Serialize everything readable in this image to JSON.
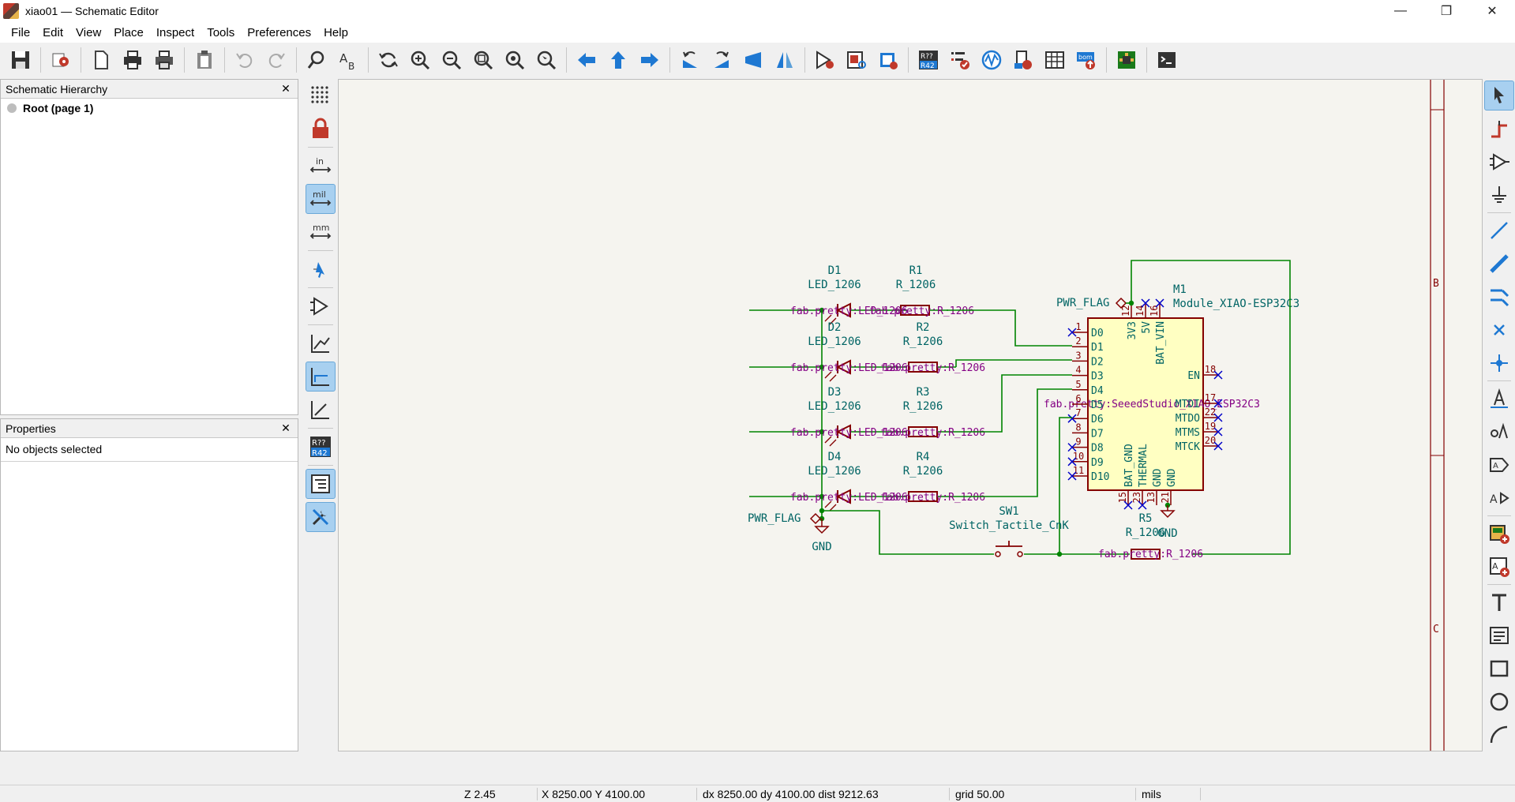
{
  "window": {
    "title": "xiao01 — Schematic Editor",
    "minimize_glyph": "—",
    "restore_glyph": "❐",
    "close_glyph": "✕"
  },
  "menu": [
    "File",
    "Edit",
    "View",
    "Place",
    "Inspect",
    "Tools",
    "Preferences",
    "Help"
  ],
  "toolbar_icons": [
    "save-icon",
    "schematic-setup-icon",
    "page-settings-icon",
    "print-icon",
    "plot-icon",
    "paste-icon",
    "undo-icon",
    "redo-icon",
    "find-icon",
    "find-replace-icon",
    "refresh-icon",
    "zoom-in-icon",
    "zoom-out-icon",
    "zoom-fit-icon",
    "zoom-objects-icon",
    "zoom-selection-icon",
    "navigate-back-icon",
    "navigate-up-icon",
    "navigate-forward-icon",
    "rotate-ccw-icon",
    "rotate-cw-icon",
    "mirror-vertical-icon",
    "mirror-horizontal-icon",
    "symbol-editor-icon",
    "symbol-browser-icon",
    "footprint-assign-icon",
    "annotate-icon",
    "erc-icon",
    "simulator-icon",
    "netlist-icon",
    "fields-table-icon",
    "bom-icon",
    "pcb-editor-icon",
    "scripting-console-icon"
  ],
  "hierarchy_panel": {
    "title": "Schematic Hierarchy",
    "close": "✕",
    "root_item": "Root (page 1)"
  },
  "properties_panel": {
    "title": "Properties",
    "close": "✕",
    "empty_text": "No objects selected"
  },
  "left_toolbar": [
    "grid-toggle-icon",
    "grid-lock-icon",
    "units-inches-icon",
    "units-mils-icon",
    "units-mm-icon",
    "cursor-shape-icon",
    "hidden-pins-icon",
    "wire-angle-free-icon",
    "wire-angle-90-icon",
    "wire-angle-45-icon",
    "annotate-refs-icon",
    "hierarchy-panel-icon",
    "properties-panel-icon"
  ],
  "left_toolbar_labels": {
    "units_in": "in",
    "units_mil": "mil",
    "units_mm": "mm",
    "refs_top": "R??",
    "refs_bottom": "R42"
  },
  "right_toolbar": [
    "select-icon",
    "highlight-net-icon",
    "add-symbol-icon",
    "add-power-icon",
    "add-wire-icon",
    "add-bus-icon",
    "wire-to-bus-entry-icon",
    "no-connect-icon",
    "junction-icon",
    "net-label-icon",
    "global-label-icon",
    "hier-label-icon",
    "hier-sheet-icon",
    "import-sheet-pin-icon",
    "add-image-icon",
    "add-text-icon",
    "add-textbox-icon",
    "add-rectangle-icon",
    "add-circle-icon",
    "add-arc-icon"
  ],
  "schematic": {
    "border_zones": [
      "B",
      "C"
    ],
    "leds": [
      {
        "ref": "D1",
        "value": "LED_1206",
        "footprint": "fab.pretty:LED_1206"
      },
      {
        "ref": "D2",
        "value": "LED_1206",
        "footprint": "fab.pretty:LED_1206"
      },
      {
        "ref": "D3",
        "value": "LED_1206",
        "footprint": "fab.pretty:LED_1206"
      },
      {
        "ref": "D4",
        "value": "LED_1206",
        "footprint": "fab.pretty:LED_1206"
      }
    ],
    "resistors": [
      {
        "ref": "R1",
        "value": "R_1206",
        "footprint": "fab.pretty:R_1206"
      },
      {
        "ref": "R2",
        "value": "R_1206",
        "footprint": "fab.pretty:R_1206"
      },
      {
        "ref": "R3",
        "value": "R_1206",
        "footprint": "fab.pretty:R_1206"
      },
      {
        "ref": "R4",
        "value": "R_1206",
        "footprint": "fab.pretty:R_1206"
      },
      {
        "ref": "R5",
        "value": "R_1206",
        "footprint": "fab.pretty:R_1206"
      }
    ],
    "module": {
      "ref": "M1",
      "value": "Module_XIAO-ESP32C3",
      "footprint": "fab.pretty:SeeedStudio_XIAO_ESP32C3",
      "left_pins": [
        {
          "num": "1",
          "name": "D0"
        },
        {
          "num": "2",
          "name": "D1"
        },
        {
          "num": "3",
          "name": "D2"
        },
        {
          "num": "4",
          "name": "D3"
        },
        {
          "num": "5",
          "name": "D4"
        },
        {
          "num": "6",
          "name": "D5"
        },
        {
          "num": "7",
          "name": "D6"
        },
        {
          "num": "8",
          "name": "D7"
        },
        {
          "num": "9",
          "name": "D8"
        },
        {
          "num": "10",
          "name": "D9"
        },
        {
          "num": "11",
          "name": "D10"
        }
      ],
      "right_pins": [
        {
          "num": "18",
          "name": "EN"
        },
        {
          "num": "17",
          "name": "MTDI"
        },
        {
          "num": "22",
          "name": "MTDO"
        },
        {
          "num": "19",
          "name": "MTMS"
        },
        {
          "num": "20",
          "name": "MTCK"
        }
      ],
      "top_pins": [
        {
          "num": "12",
          "name": "3V3"
        },
        {
          "num": "14",
          "name": "5V"
        },
        {
          "num": "16",
          "name": "BAT_VIN"
        }
      ],
      "bottom_pins": [
        {
          "num": "15",
          "name": "BAT_GND"
        },
        {
          "num": "23",
          "name": "THERMAL"
        },
        {
          "num": "13",
          "name": "GND"
        },
        {
          "num": "21",
          "name": "GND"
        }
      ]
    },
    "switch": {
      "ref": "SW1",
      "value": "Switch_Tactile_CnK"
    },
    "power_flags": [
      "PWR_FLAG",
      "PWR_FLAG"
    ],
    "gnd_labels": [
      "GND",
      "GND"
    ]
  },
  "status": {
    "zoom": "Z 2.45",
    "coords": "X 8250.00  Y 4100.00",
    "delta": "dx 8250.00  dy 4100.00  dist 9212.63",
    "grid": "grid 50.00",
    "units": "mils"
  },
  "colors": {
    "wire": "#008400",
    "symbol_body": "#840000",
    "symbol_fill": "#ffffc2",
    "ref_text": "#006464",
    "footprint_text": "#840084",
    "no_connect": "#0000c8",
    "canvas_bg": "#f5f4ef",
    "border": "#840000"
  }
}
